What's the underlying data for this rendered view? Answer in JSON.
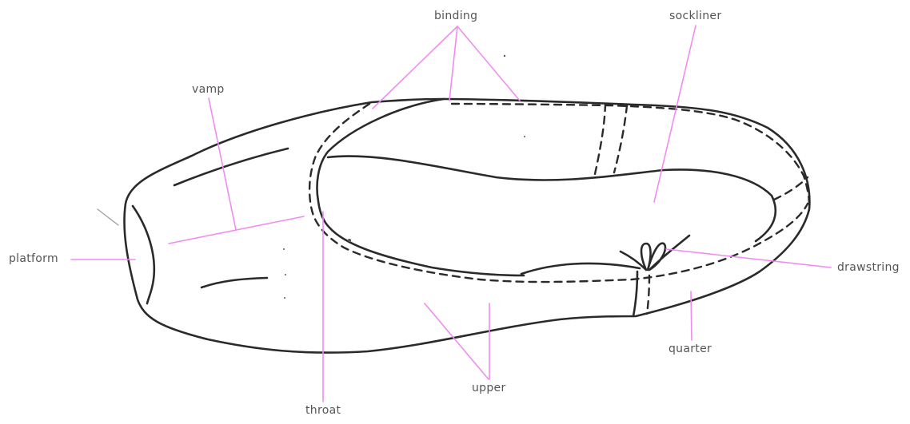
{
  "diagram": {
    "subject": "pointe shoe anatomy",
    "colors": {
      "outline": "#2a2a2a",
      "leader_lines": "#f08cf0",
      "label_text": "#555555",
      "background": "#ffffff"
    },
    "labels": {
      "binding": "binding",
      "sockliner": "sockliner",
      "vamp": "vamp",
      "platform": "platform",
      "drawstring": "drawstring",
      "quarter": "quarter",
      "upper": "upper",
      "throat": "throat"
    }
  }
}
